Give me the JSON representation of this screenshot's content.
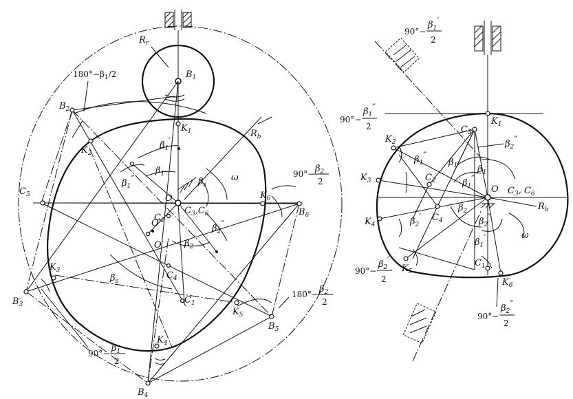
{
  "left": {
    "labels": {
      "Rr": "R",
      "Rr_sub": "r",
      "B1": "B",
      "B1_sub": "1",
      "B2": "B",
      "B2_sub": "2",
      "B3": "B",
      "B3_sub": "3",
      "B4": "B",
      "B4_sub": "4",
      "B5": "B",
      "B5_sub": "5",
      "B6": "B",
      "B6_sub": "6",
      "K1": "K",
      "K1_sub": "1",
      "K2": "K",
      "K2_sub": "2",
      "K3": "K",
      "K3_sub": "3",
      "K4": "K",
      "K4_sub": "4",
      "K5": "K",
      "K5_sub": "5",
      "K6": "K",
      "K6_sub": "6",
      "C5": "C",
      "C5_sub": "5",
      "C3C6": "C",
      "C3C6_a": "3",
      "C3C6_mid": ",C",
      "C3C6_b": "6",
      "C2": "C",
      "C2_sub": "2",
      "C4": "C",
      "C4_sub": "4",
      "C1": "C",
      "C1_sub": "1",
      "O": "O",
      "O2": "O″",
      "O1": "O′",
      "Rb": "R",
      "Rb_sub": "b",
      "omega": "ω",
      "beta1": "β",
      "beta1_sub": "1",
      "beta1p": "β",
      "beta1p_sub": "1",
      "beta1p_mark": "′",
      "beta1pp": "β",
      "beta1pp_sub": "1",
      "beta1pp_mark": "″",
      "betas": "β",
      "betas_sub": "s",
      "betasp": "β",
      "betasp_sub": "s",
      "betasp_mark": "′",
      "beta2p": "β",
      "beta2p_sub": "2",
      "beta2p_mark": "′",
      "beta2pp": "β",
      "beta2pp_sub": "2",
      "beta2pp_mark": "″",
      "ang_180_b1": "180°−β",
      "ang_180_b1_sub": "1",
      "ang_180_b1_tail": "/2",
      "ang_90_b2_pre": "90°−",
      "ang_90_b2_num": "β",
      "ang_90_b2_sub": "2",
      "ang_90_b2_den": "2",
      "ang_180_b2_pre": "180°−",
      "ang_180_b2_num": "β",
      "ang_180_b2_sub": "2",
      "ang_180_b2_den": "2",
      "ang_90_b1_pre": "90°−",
      "ang_90_b1_num": "β",
      "ang_90_b1_sub": "1",
      "ang_90_b1_den": "2"
    }
  },
  "right": {
    "labels": {
      "K1": "K",
      "K1_sub": "1",
      "K2": "K",
      "K2_sub": "2",
      "K3": "K",
      "K3_sub": "3",
      "K4": "K",
      "K4_sub": "4",
      "K5": "K",
      "K5_sub": "5",
      "K6": "K",
      "K6_sub": "6",
      "C5": "C",
      "C5_sub": "5",
      "C2": "C",
      "C2_sub": "2",
      "C4": "C",
      "C4_sub": "4",
      "C1": "C",
      "C1_sub": "1",
      "C3C6": "C",
      "C3C6_a": "3",
      "C3C6_mid": ", C",
      "C3C6_b": "6",
      "O": "O",
      "Rb": "R",
      "Rb_sub": "b",
      "omega": "ω",
      "beta1": "β",
      "beta1_sub": "1",
      "beta1p": "β",
      "beta1p_sub": "1",
      "beta1p_mark": "′",
      "beta1p2": "β",
      "beta1p2_sub": "1",
      "beta1p2_mark": "′",
      "beta1pp": "β",
      "beta1pp_sub": "1",
      "beta1pp_mark": "″",
      "beta1pp2": "β",
      "beta1pp2_sub": "1",
      "beta1pp2_mark": "″",
      "beta2p": "β",
      "beta2p_sub": "2",
      "beta2p_mark": "′",
      "beta2p2": "β",
      "beta2p2_sub": "2",
      "beta2p2_mark": "′",
      "beta2pp": "β",
      "beta2pp_sub": "2",
      "beta2pp_mark": "″",
      "beta2pp2": "β",
      "beta2pp2_sub": "2",
      "beta2pp2_mark": "″",
      "ang_top_pre": "90°−",
      "ang_top_num": "β",
      "ang_top_sub": "1",
      "ang_top_mark": "′",
      "ang_top_den": "2",
      "ang_left_pre": "90°−",
      "ang_left_num": "β",
      "ang_left_sub": "1",
      "ang_left_mark": "″",
      "ang_left_den": "2",
      "ang_k4_pre": "90°−",
      "ang_k4_num": "β",
      "ang_k4_sub": "2",
      "ang_k4_mark": "′",
      "ang_k4_den": "2",
      "ang_bot_pre": "90°−",
      "ang_bot_num": "β",
      "ang_bot_sub": "2",
      "ang_bot_mark": "″",
      "ang_bot_den": "2"
    }
  }
}
